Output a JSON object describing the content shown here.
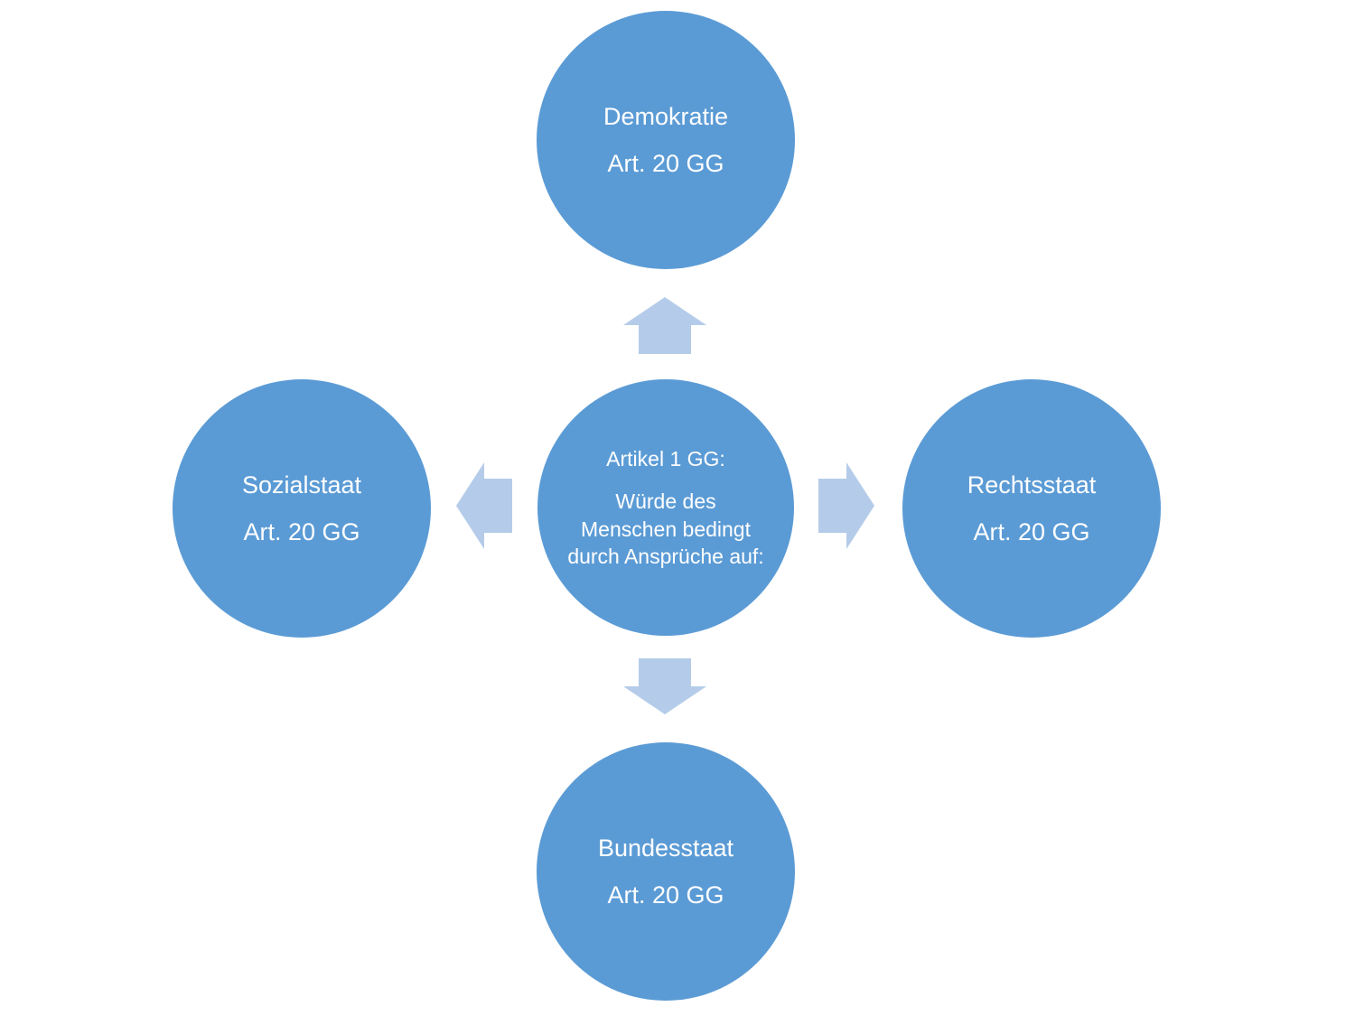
{
  "diagram": {
    "center": {
      "title": "Artikel 1 GG:",
      "body": "Würde des Menschen bedingt durch Ansprüche auf:"
    },
    "nodes": [
      {
        "id": "top",
        "label": "Demokratie",
        "sublabel": "Art. 20 GG"
      },
      {
        "id": "right",
        "label": "Rechtsstaat",
        "sublabel": "Art. 20 GG"
      },
      {
        "id": "bottom",
        "label": "Bundesstaat",
        "sublabel": "Art. 20 GG"
      },
      {
        "id": "left",
        "label": "Sozialstaat",
        "sublabel": "Art. 20 GG"
      }
    ],
    "arrows": [
      {
        "direction": "up"
      },
      {
        "direction": "right"
      },
      {
        "direction": "down"
      },
      {
        "direction": "left"
      }
    ],
    "colors": {
      "node_fill": "#5B9BD5",
      "arrow_fill": "#B4CCE9",
      "text": "#FFFFFF",
      "background": "#FFFFFF"
    }
  }
}
